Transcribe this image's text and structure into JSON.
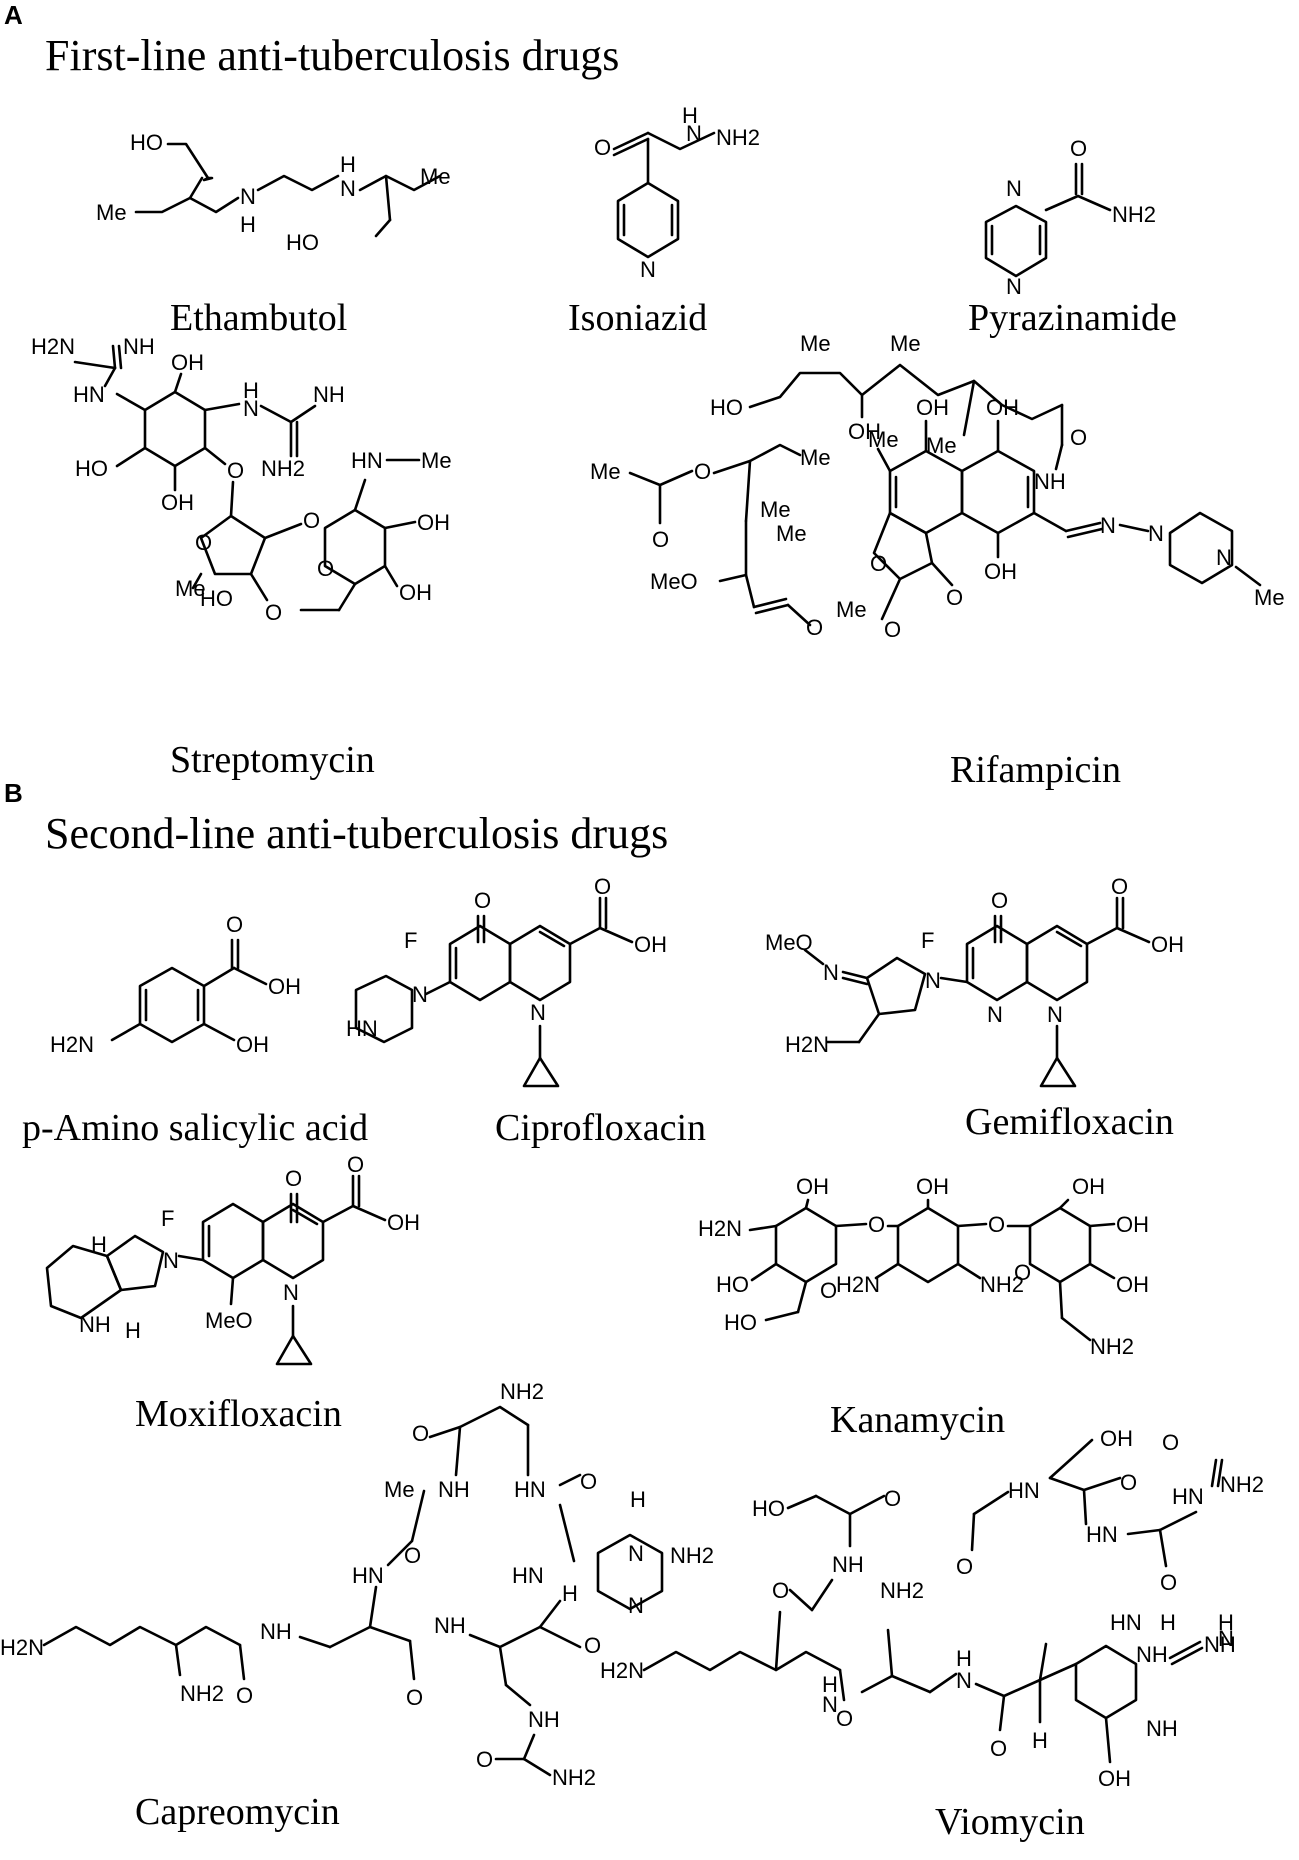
{
  "panels": {
    "a": {
      "letter": "A",
      "title": "First-line anti-tuberculosis drugs",
      "drugs": {
        "ethambutol": "Ethambutol",
        "isoniazid": "Isoniazid",
        "pyrazinamide": "Pyrazinamide",
        "streptomycin": "Streptomycin",
        "rifampicin": "Rifampicin"
      }
    },
    "b": {
      "letter": "B",
      "title": "Second-line anti-tuberculosis drugs",
      "drugs": {
        "pas": "p-Amino salicylic acid",
        "ciprofloxacin": "Ciprofloxacin",
        "gemifloxacin": "Gemifloxacin",
        "moxifloxacin": "Moxifloxacin",
        "kanamycin": "Kanamycin",
        "capreomycin": "Capreomycin",
        "viomycin": "Viomycin"
      }
    }
  },
  "atoms": {
    "ho": "HO",
    "oh": "OH",
    "me": "Me",
    "h": "H",
    "nh": "NH",
    "hn": "HN",
    "n": "N",
    "o": "O",
    "f": "F",
    "nh2": "NH2",
    "h2n": "H2N",
    "meo": "MeO"
  }
}
